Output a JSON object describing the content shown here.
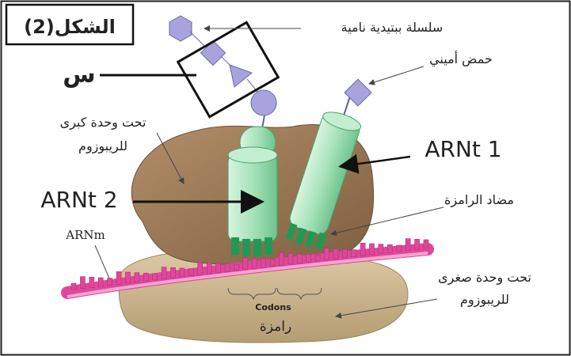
{
  "figure_label": "الشكل(2)",
  "labels": {
    "peptide_chain": "سلسلة ببتيدية نامية",
    "x_marker": "س",
    "amino_acid": "حمض أميني",
    "large_subunit_line1": "تحت وحدة كبرى",
    "large_subunit_line2": "للريبوزوم",
    "trna1": "ARNt 1",
    "trna2": "ARNt 2",
    "anticodon": "مضاد الرامزة",
    "mrna": "ARNm",
    "small_subunit_line1": "تحت وحدة صغرى",
    "small_subunit_line2": "للريبوزوم",
    "codons_en": "Codons",
    "codon_ar": "رامزة"
  },
  "colors": {
    "ribosome_large": "#9b7a57",
    "ribosome_small": "#c9b48e",
    "trna_body": "#a8e0b8",
    "trna_dark": "#1f9a55",
    "mrna": "#e0479b",
    "amino_acid": "#a8a3dc",
    "frame": "#1a1a1a"
  }
}
